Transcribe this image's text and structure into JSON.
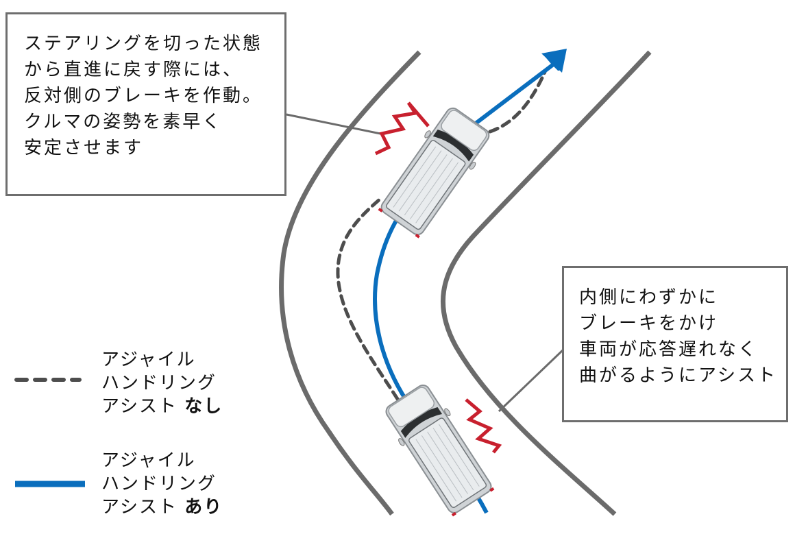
{
  "diagram": {
    "title": "Agile Handling Assist cornering diagram",
    "colors": {
      "road": "#6b6b6b",
      "assist_path": "#0a6ebd",
      "no_assist_path": "#4d4d4d",
      "brake_zigzag": "#c8202e",
      "callout_border": "#6e6e6e"
    }
  },
  "callouts": [
    {
      "id": "exit-brake",
      "lines": [
        "ステアリングを切った状態",
        "から直進に戻す際には、",
        "反対側のブレーキを作動。",
        "クルマの姿勢を素早く",
        "安定させます"
      ]
    },
    {
      "id": "inner-brake",
      "lines": [
        "内側にわずかに",
        "ブレーキをかけ",
        "車両が応答遅れなく",
        "曲がるようにアシスト"
      ]
    }
  ],
  "legend": [
    {
      "style": "dashed",
      "lines": [
        "アジャイル",
        "ハンドリング"
      ],
      "prefix": "アシスト ",
      "emphasis": "なし"
    },
    {
      "style": "solid",
      "lines": [
        "アジャイル",
        "ハンドリング"
      ],
      "prefix": "アシスト ",
      "emphasis": "あり"
    }
  ],
  "icons": {
    "vehicle": "vehicle-top-view-icon",
    "brake": "brake-zigzag-icon",
    "arrow": "direction-arrow-icon"
  }
}
